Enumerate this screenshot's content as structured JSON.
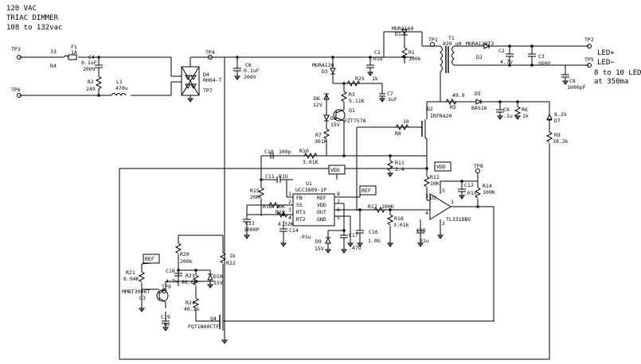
{
  "header": {
    "line1": "120 VAC",
    "line2": "TRIAC DIMMER",
    "line3": "108 to 132vac"
  },
  "output_note": {
    "line1": "LED+",
    "line2": "LED−",
    "line3": "8 to 10 LEDs",
    "line4": "at 350ma"
  },
  "tags": {
    "vdd1": "VDD",
    "vdd2": "VDD",
    "ref1": "REF",
    "ref2": "REF"
  },
  "test_points": [
    "TP3",
    "TP6",
    "TP4",
    "TP7",
    "TP1",
    "TP2",
    "TP5",
    "TP8",
    "TP9"
  ],
  "components": {
    "F1": [
      "F1",
      "1A"
    ],
    "R4": [
      "R4",
      "33"
    ],
    "C4": [
      "C4",
      "0.1uF",
      "200V"
    ],
    "R2": [
      "R2",
      "249"
    ],
    "L1": [
      "L1",
      "470u"
    ],
    "D4": [
      "D4",
      "RH04-T"
    ],
    "C6": [
      "C6",
      "0.1uF",
      "200V"
    ],
    "C1": [
      "C1",
      ".01u"
    ],
    "D1": [
      "D1",
      "MURA160"
    ],
    "R1": [
      "R1",
      "100k"
    ],
    "T1": [
      "T1",
      "820 uH"
    ],
    "D2": [
      "D2",
      "MURA120T3"
    ],
    "C2": [
      "C2",
      "4.7U"
    ],
    "C3": [
      "C3",
      "open"
    ],
    "C8": [
      "C8",
      "1000pF"
    ],
    "D3": [
      "D3",
      "MURA120"
    ],
    "R25": [
      "R25",
      "1k"
    ],
    "C7": [
      "C7",
      "1uF"
    ],
    "R3": [
      "R3",
      "5.11K"
    ],
    "D6": [
      "D6",
      "12V"
    ],
    "Q1": [
      "Q1",
      "FZT757A"
    ],
    "D8": [
      "D8",
      "15V"
    ],
    "R7": [
      "R7",
      "301K"
    ],
    "R5": [
      "R5",
      "49.9"
    ],
    "D5": [
      "D5",
      "BAS16"
    ],
    "C9": [
      "C9",
      ".1u"
    ],
    "R6": [
      "R6",
      "1k"
    ],
    "D7": [
      "D7",
      "8.2V"
    ],
    "R9": [
      "R9",
      "39.2k"
    ],
    "Q2": [
      "Q2",
      "IRFR420"
    ],
    "R8": [
      "R8",
      "10"
    ],
    "C10": [
      "C10",
      "100p"
    ],
    "R10": [
      "R10",
      "3.01K"
    ],
    "R11": [
      "R11",
      "2.4"
    ],
    "R12": [
      "R12",
      "10K"
    ],
    "C11": [
      "C11",
      ".01U"
    ],
    "R15": [
      "R15",
      "20K"
    ],
    "R16": [
      "R16",
      "10K"
    ],
    "R19": [
      "R19",
      "4.32K"
    ],
    "C13": [
      "C13",
      "1000P"
    ],
    "C14": [
      "C14",
      ".01u"
    ],
    "U1": [
      "U1",
      "UCC3809-1P"
    ],
    "R17": [
      "R17",
      "100K"
    ],
    "R18": [
      "R18",
      "3.01k"
    ],
    "C16": [
      "C16",
      "1.0U"
    ],
    "C15": [
      "C15",
      ".01u"
    ],
    "D9": [
      "D9",
      "15V"
    ],
    "C17": [
      "C17",
      ".47U"
    ],
    "C12": [
      "C12",
      ".01u"
    ],
    "R14": [
      "R14",
      "100K"
    ],
    "U2": [
      "U2",
      "TL331DBV"
    ],
    "R20": [
      "R20",
      "200k"
    ],
    "R22": [
      "R22",
      "1k"
    ],
    "R21": [
      "R21",
      "6.04K"
    ],
    "Q3": [
      "Q3",
      "MMBT3906T"
    ],
    "C18": [
      "C18",
      "4.7u"
    ],
    "R23": [
      "R23",
      "86.6K"
    ],
    "D10": [
      "D10",
      "15V"
    ],
    "R24": [
      "R24",
      "40.2k"
    ],
    "C19": [
      "C19",
      "1u"
    ],
    "Q4": [
      "Q4",
      "FQT1N60CTF"
    ]
  },
  "u1_pins": [
    "FB",
    "SS",
    "RT1",
    "RT2",
    "REF",
    "VDD",
    "OUT",
    "GND"
  ],
  "u1_pin_numbers": [
    "1",
    "2",
    "3",
    "4",
    "8",
    "7",
    "6",
    "5"
  ],
  "u2_pins": [
    "3",
    "4",
    "5",
    "1",
    "2"
  ]
}
